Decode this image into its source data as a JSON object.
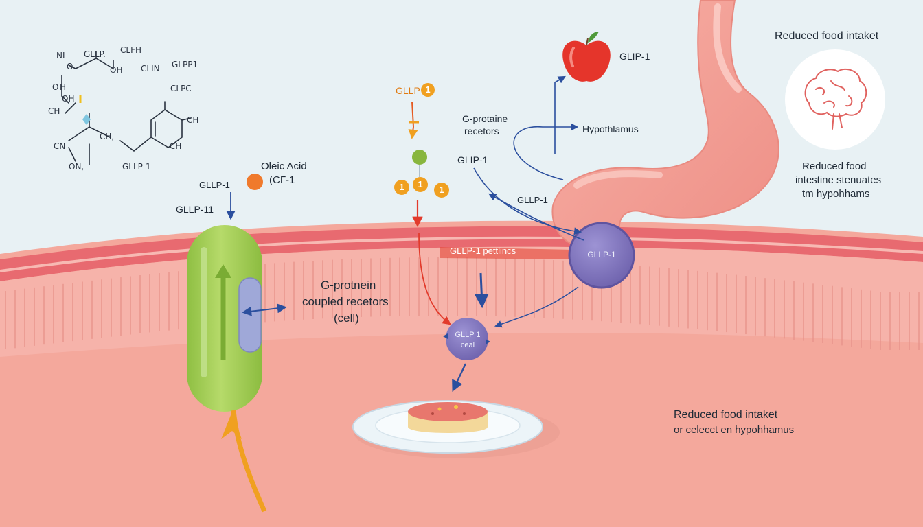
{
  "colors": {
    "sky": "#e8f1f4",
    "tissue": "#f4a89c",
    "tissue_band": "#e86a70",
    "stomach": "#f49a90",
    "cell_green": "#a6cf5a",
    "receptor_purple": "#8a7fc4",
    "arrow_blue": "#2b4f9e",
    "arrow_red": "#e23b2c",
    "arrow_orange": "#f0a020",
    "apple_red": "#e5352b",
    "brain_line": "#e0625f"
  },
  "molecule": {
    "labels": [
      "GLLP.",
      "CLFH",
      "NI",
      "O",
      "OH",
      "CLIN",
      "GLPP1",
      "O",
      "H",
      "CLPC",
      "OH",
      "CH",
      "CH",
      "CH,",
      "CN",
      "CH",
      "ON,",
      "GLLP-1"
    ]
  },
  "left_cell": {
    "glp1_label": "GLLP-1",
    "glp11_label": "GLLP-11",
    "oleic_label": "Oleic Acid",
    "oleic_sub": "(CГ-1",
    "gpcr_line1": "G-protnein",
    "gpcr_line2": "coupled recetors",
    "gpcr_line3": "(cell)"
  },
  "center": {
    "glp_top_label": "GLLP",
    "glp_top_badge": "1",
    "orange_badges": [
      "1",
      "1",
      "1"
    ],
    "peptides_label": "GLLP-1 pettlincs",
    "cell_line1": "GLLP 1",
    "cell_line2": "ceal"
  },
  "right": {
    "gprot_line1": "G-protaine",
    "gprot_line2": "recetors",
    "glp1_left_label": "GLIP-1",
    "glp1_mid_label": "GLLP-1",
    "hypothalamus_label": "Hypothlamus",
    "apple_label": "GLIP-1",
    "receptor_label": "GLLP-1"
  },
  "far_right": {
    "title": "Reduced food intaket",
    "sub_line1": "Reduced food",
    "sub_line2": "intestine stenuates",
    "sub_line3": "tm hypohhams"
  },
  "bottom_right": {
    "line1": "Reduced food intaket",
    "line2": "or celecct en hypohhamus"
  }
}
